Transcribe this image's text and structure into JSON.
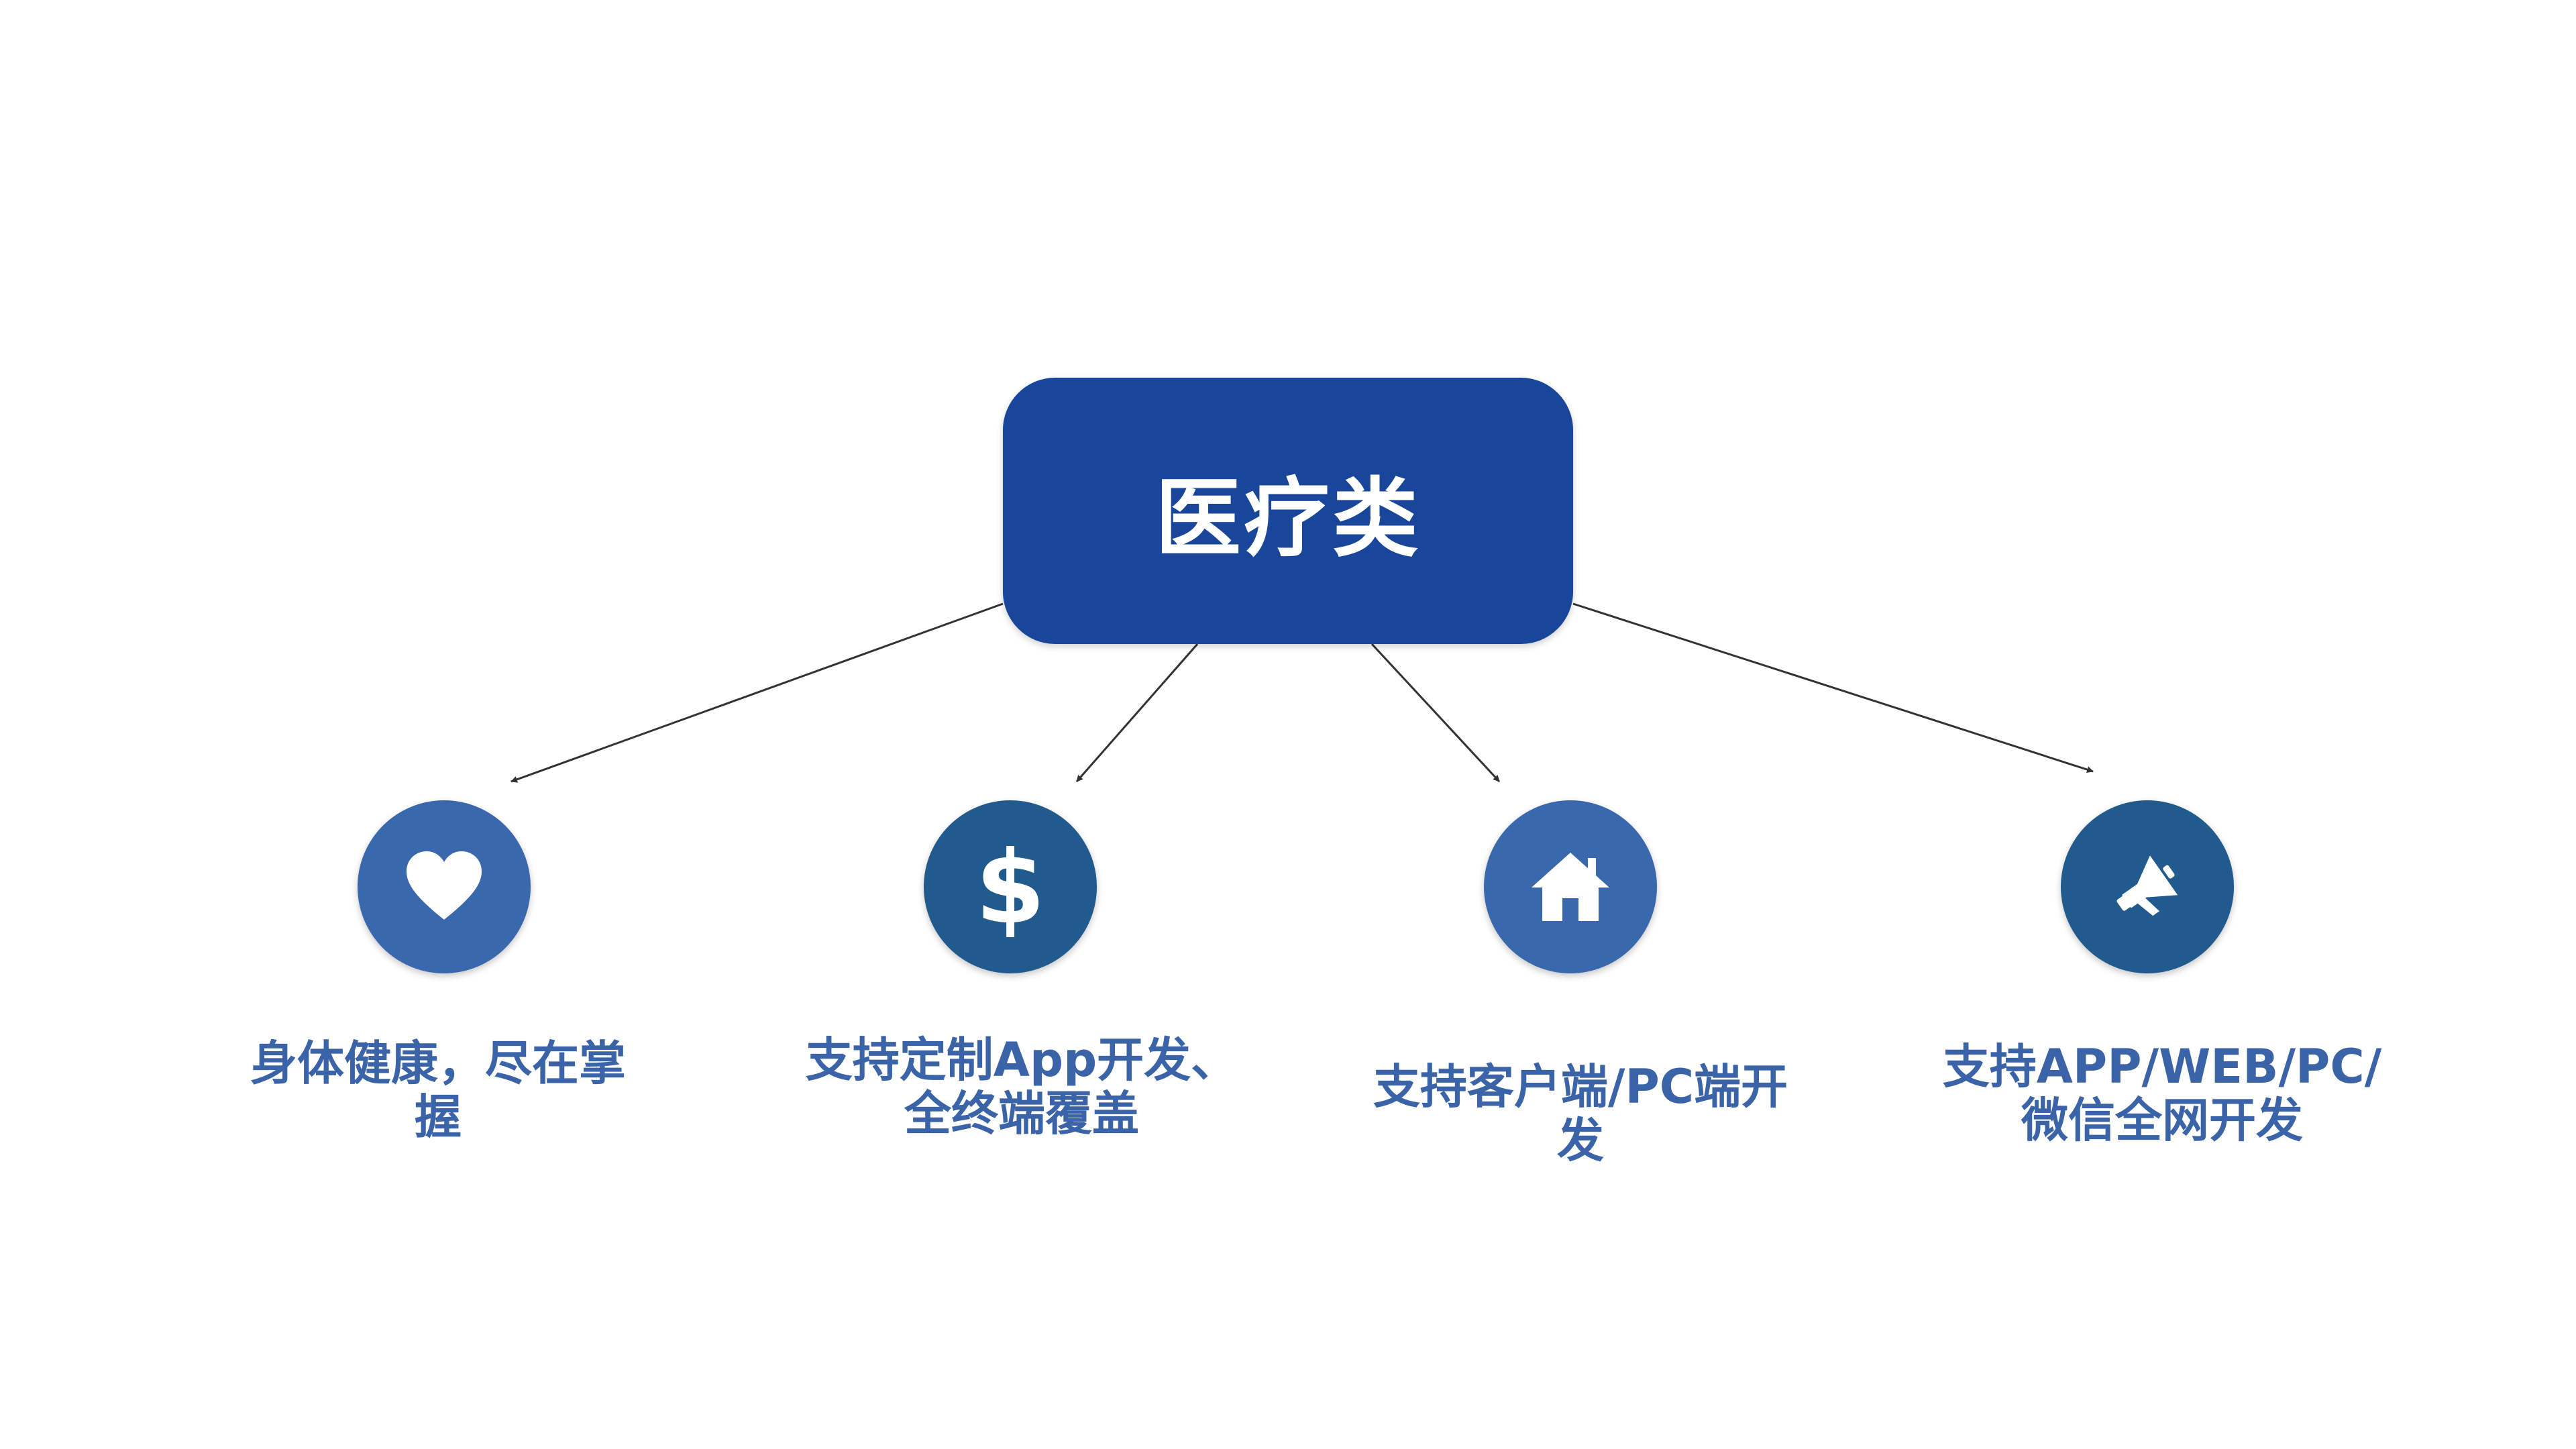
{
  "root": {
    "title": "医疗类"
  },
  "colors": {
    "root_fill": "#19469a",
    "node_fill_light": "#3a68ad",
    "node_fill_dark": "#215a8c",
    "label_text": "#3b64a8",
    "arrow": "#333333"
  },
  "nodes": [
    {
      "icon": "heart-icon",
      "label": "身体健康，尽在掌\n握"
    },
    {
      "icon": "dollar-icon",
      "label": "支持定制App开发、\n全终端覆盖"
    },
    {
      "icon": "home-icon",
      "label": "支持客户端/PC端开\n发"
    },
    {
      "icon": "megaphone-icon",
      "label": "支持APP/WEB/PC/\n微信全网开发"
    }
  ]
}
